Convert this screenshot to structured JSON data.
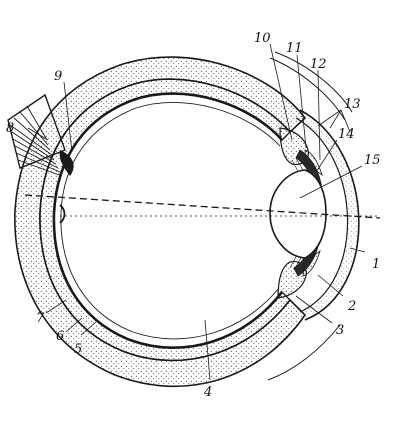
{
  "labels": {
    "l1": "1",
    "l2": "2",
    "l3": "3",
    "l4": "4",
    "l5": "5",
    "l6": "6",
    "l7": "7",
    "l8": "8",
    "l9": "9",
    "l10": "10",
    "l11": "11",
    "l12": "12",
    "l13": "13",
    "l14": "14",
    "l15": "15"
  },
  "colors": {
    "line": "#1a1a1a",
    "paper": "#ffffff"
  }
}
